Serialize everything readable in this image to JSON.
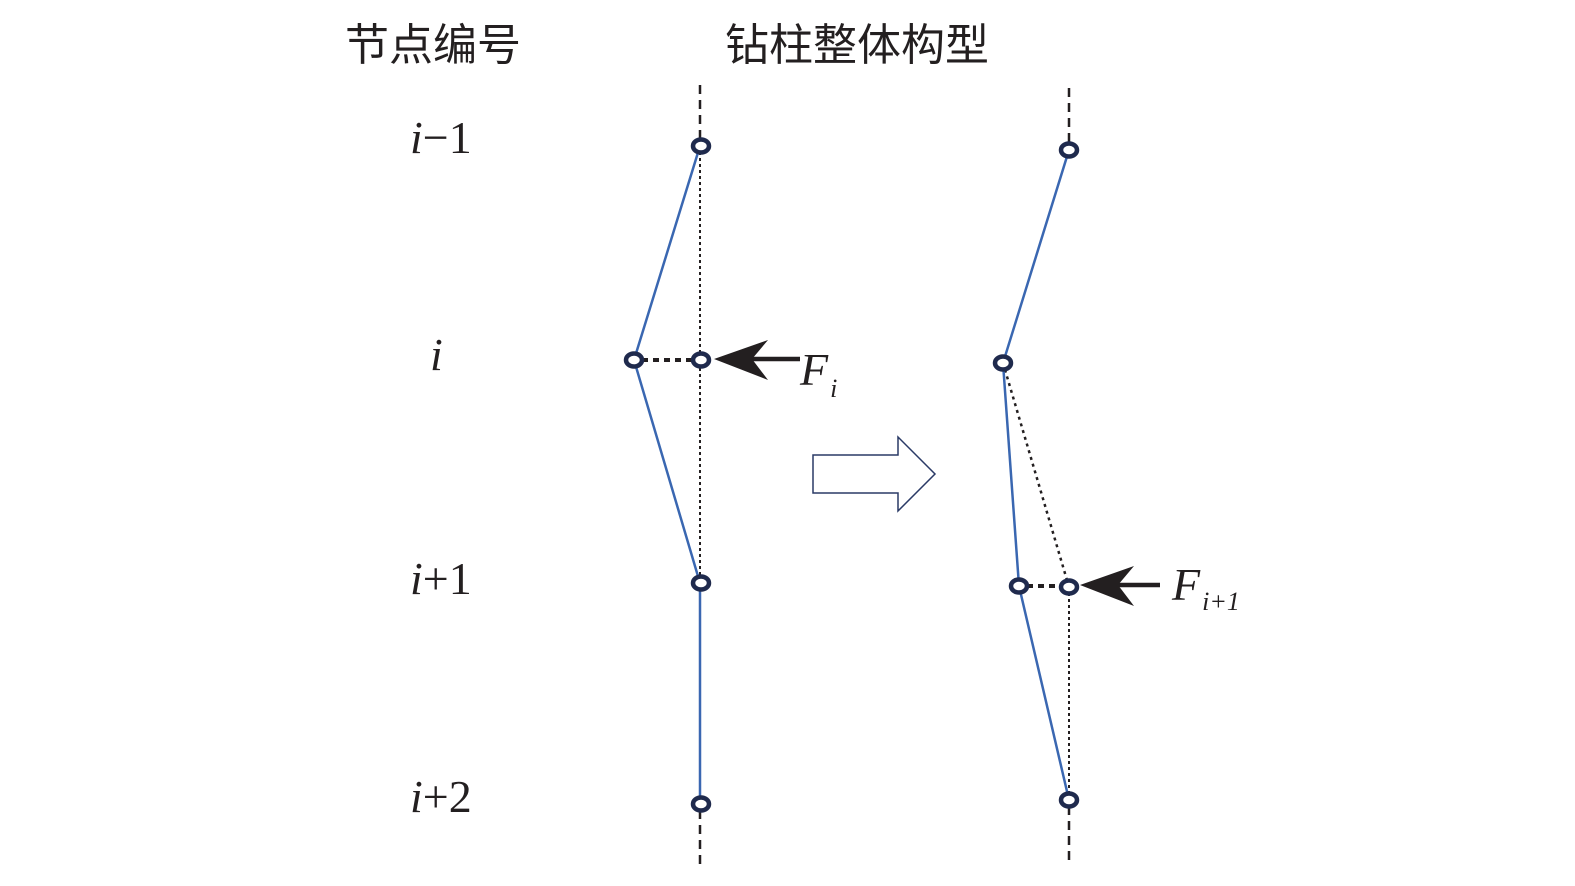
{
  "titles": {
    "node_numbering": "节点编号",
    "drillstring_configuration": "钻柱整体构型"
  },
  "node_labels": [
    {
      "var": "i",
      "suffix": "−1"
    },
    {
      "var": "i",
      "suffix": ""
    },
    {
      "var": "i",
      "suffix": "+1"
    },
    {
      "var": "i",
      "suffix": "+2"
    }
  ],
  "forces": {
    "f1": {
      "symbol": "F",
      "sub": "i"
    },
    "f2": {
      "symbol": "F",
      "sub": "i+1"
    }
  },
  "colors": {
    "beam": "#3a67b1",
    "node": "#1f2a4d",
    "ink": "#231f20"
  }
}
